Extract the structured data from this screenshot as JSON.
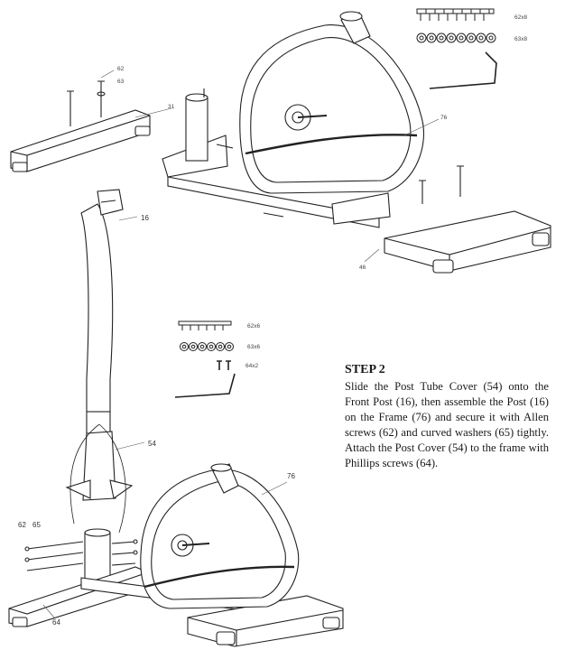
{
  "hardware_top": {
    "screws_label": "62x8",
    "washers_label": "63x8"
  },
  "hardware_mid": {
    "screws_label": "62x6",
    "washers_label": "63x6",
    "phillips_label": "64x2"
  },
  "part_labels": {
    "p62_top": "62",
    "p63_top": "63",
    "p31": "31",
    "p76_top": "76",
    "p46": "46",
    "p16": "16",
    "p54": "54",
    "p76_bottom": "76",
    "p62_bottom": "62",
    "p65_bottom": "65",
    "p64_bottom": "64"
  },
  "step": {
    "title": "STEP 2",
    "body": "Slide the Post Tube Cover (54) onto the Front Post (16), then assemble the Post (16) on the Frame (76) and secure it with Allen screws (62) and curved washers (65) tightly. Attach the Post Cover (54) to the frame with Phillips screws (64)."
  }
}
